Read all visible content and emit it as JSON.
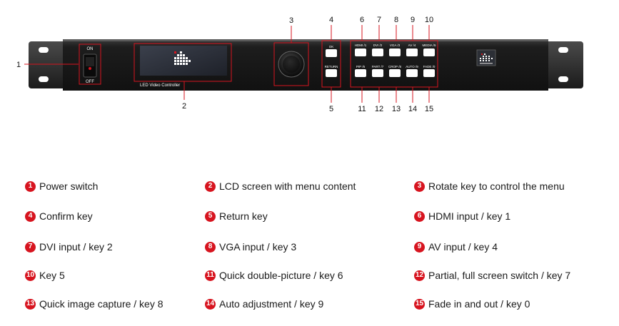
{
  "device": {
    "power_on_label": "ON",
    "power_off_label": "OFF",
    "brand_label": "LED Video Controller",
    "left_keys": [
      {
        "label": "OK"
      },
      {
        "label": "RETURN"
      }
    ],
    "top_keys": [
      {
        "label": "HDMI /1"
      },
      {
        "label": "DVI /2"
      },
      {
        "label": "VGA /3"
      },
      {
        "label": "AV /4"
      },
      {
        "label": "MEDIA /5"
      }
    ],
    "bottom_keys": [
      {
        "label": "PIP /6"
      },
      {
        "label": "PART /7"
      },
      {
        "label": "CROP /8"
      },
      {
        "label": "AUTO /9"
      },
      {
        "label": "FADE /0"
      }
    ]
  },
  "callouts": [
    "1",
    "2",
    "3",
    "4",
    "5",
    "6",
    "7",
    "8",
    "9",
    "10",
    "11",
    "12",
    "13",
    "14",
    "15"
  ],
  "legend": [
    {
      "num": "1",
      "text": "Power switch"
    },
    {
      "num": "2",
      "text": "LCD screen with menu content"
    },
    {
      "num": "3",
      "text": "Rotate key to control the menu"
    },
    {
      "num": "4",
      "text": "Confirm key"
    },
    {
      "num": "5",
      "text": "Return key"
    },
    {
      "num": "6",
      "text": "HDMI input / key 1"
    },
    {
      "num": "7",
      "text": "DVI input / key 2"
    },
    {
      "num": "8",
      "text": "VGA input / key 3"
    },
    {
      "num": "9",
      "text": "AV input / key 4"
    },
    {
      "num": "10",
      "text": "Key 5"
    },
    {
      "num": "11",
      "text": "Quick double-picture / key 6"
    },
    {
      "num": "12",
      "text": "Partial, full screen switch / key 7"
    },
    {
      "num": "13",
      "text": "Quick image capture / key 8"
    },
    {
      "num": "14",
      "text": "Auto adjustment / key 9"
    },
    {
      "num": "15",
      "text": "Fade in and out / key 0"
    }
  ],
  "colors": {
    "panel": "#1a1a1a",
    "callout_line": "#d7141f",
    "badge": "#d7141f",
    "lcd": "#2a2e38",
    "key": "#ffffff"
  }
}
